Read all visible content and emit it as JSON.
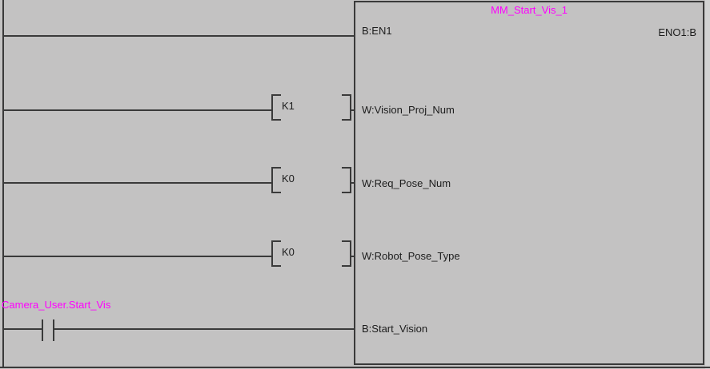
{
  "editor": {
    "type": "ladder-diagram",
    "colors": {
      "background": "#c3c2c2",
      "line": "#3a3a3a",
      "label_text": "#ff00ff",
      "pin_text": "#1c1c1c",
      "outside_strip": "#d2d2d2"
    }
  },
  "fb": {
    "title": "MM_Start_Vis_1",
    "inputs": [
      {
        "label": "B:EN1"
      },
      {
        "label": "W:Vision_Proj_Num",
        "value": "K1"
      },
      {
        "label": "W:Req_Pose_Num",
        "value": "K0"
      },
      {
        "label": "W:Robot_Pose_Type",
        "value": "K0"
      },
      {
        "label": "B:Start_Vision"
      }
    ],
    "output": {
      "label": "ENO1:B"
    }
  },
  "contact": {
    "label": "Camera_User.Start_Vis",
    "type": "normally-open"
  }
}
